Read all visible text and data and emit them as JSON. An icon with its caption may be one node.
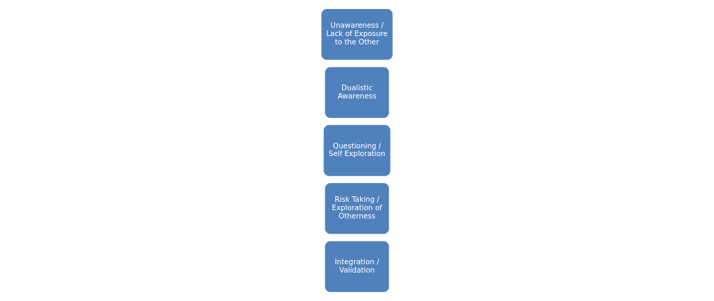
{
  "diagram": {
    "nodes": [
      {
        "text": [
          "Unawareness / Lack of Exposure to the Other"
        ]
      },
      {
        "text": [
          "Dualistic Awareness"
        ]
      },
      {
        "text": [
          "Questioning / Self Exploration"
        ]
      },
      {
        "text": [
          "Risk Taking / Exploration of Otherness"
        ]
      },
      {
        "text": [
          "Integration / Validation"
        ]
      }
    ]
  }
}
